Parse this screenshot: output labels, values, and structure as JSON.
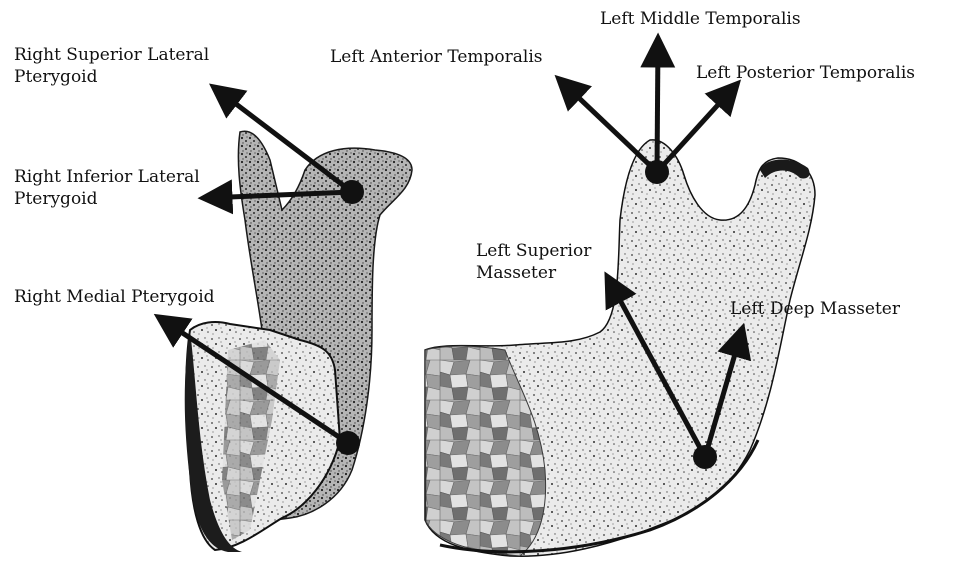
{
  "labels": {
    "right_superior_lateral_pterygoid": [
      "Right Superior Lateral",
      "Pterygoid"
    ],
    "right_inferior_lateral_pterygoid": [
      "Right Inferior Lateral",
      "Pterygoid"
    ],
    "right_medial_pterygoid": "Right Medial Pterygoid",
    "left_anterior_temporalis": "Left Anterior Temporalis",
    "left_middle_temporalis": "Left Middle Temporalis",
    "left_posterior_temporalis": "Left Posterior Temporalis",
    "left_superior_masseter": [
      "Left Superior",
      "Masseter"
    ],
    "left_deep_masseter": "Left Deep Masseter"
  },
  "colors": {
    "bone_light": "#e9e9e9",
    "bone_speckle": "#3a3a3a",
    "cut_surface": "#9a9a9a",
    "arrow": "#111111"
  }
}
